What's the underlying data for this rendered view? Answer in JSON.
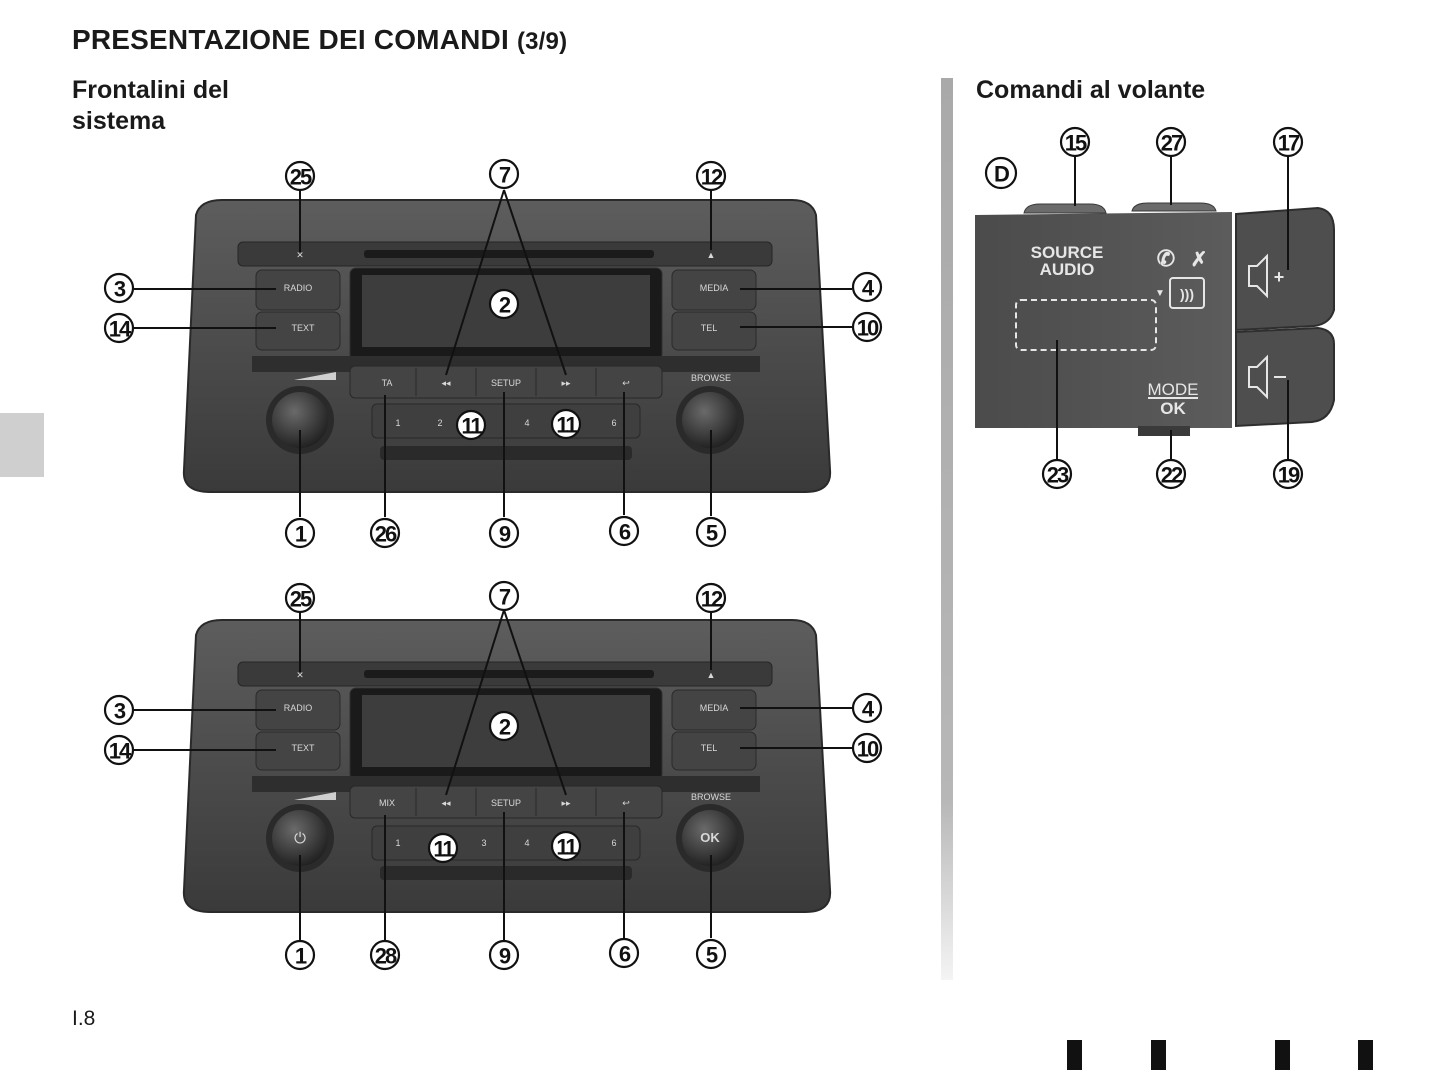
{
  "header": {
    "title": "PRESENTAZIONE DEI COMANDI",
    "page_indicator": "(3/9)"
  },
  "left_section": {
    "heading_line1": "Frontalini del",
    "heading_line2": "sistema"
  },
  "right_section": {
    "heading": "Comandi al volante"
  },
  "footer": {
    "page_number": "I.8"
  },
  "panel_top": {
    "buttons": {
      "radio": "RADIO",
      "text": "TEXT",
      "media": "MEDIA",
      "tel": "TEL",
      "ta": "TA",
      "setup": "SETUP",
      "browse": "BROWSE",
      "p1": "1",
      "p2": "2",
      "p4": "4",
      "p6": "6"
    },
    "callouts": {
      "c25": "25",
      "c7": "7",
      "c12": "12",
      "c3": "3",
      "c14": "14",
      "c2": "2",
      "c4": "4",
      "c10": "10",
      "c11a": "11",
      "c11b": "11",
      "c1": "1",
      "c26": "26",
      "c9": "9",
      "c6": "6",
      "c5": "5"
    }
  },
  "panel_bottom": {
    "buttons": {
      "radio": "RADIO",
      "text": "TEXT",
      "media": "MEDIA",
      "tel": "TEL",
      "mix": "MIX",
      "setup": "SETUP",
      "browse": "BROWSE",
      "p1": "1",
      "p3": "3",
      "p4": "4",
      "p6": "6",
      "ok": "OK"
    },
    "callouts": {
      "c25": "25",
      "c7": "7",
      "c12": "12",
      "c3": "3",
      "c14": "14",
      "c2": "2",
      "c4": "4",
      "c10": "10",
      "c11a": "11",
      "c11b": "11",
      "c1": "1",
      "c28": "28",
      "c9": "9",
      "c6": "6",
      "c5": "5"
    }
  },
  "steering": {
    "label_d": "D",
    "source_line1": "SOURCE",
    "source_line2": "AUDIO",
    "mode": "MODE",
    "ok": "OK",
    "callouts": {
      "c15": "15",
      "c27": "27",
      "c17": "17",
      "c23": "23",
      "c22": "22",
      "c19": "19"
    }
  }
}
